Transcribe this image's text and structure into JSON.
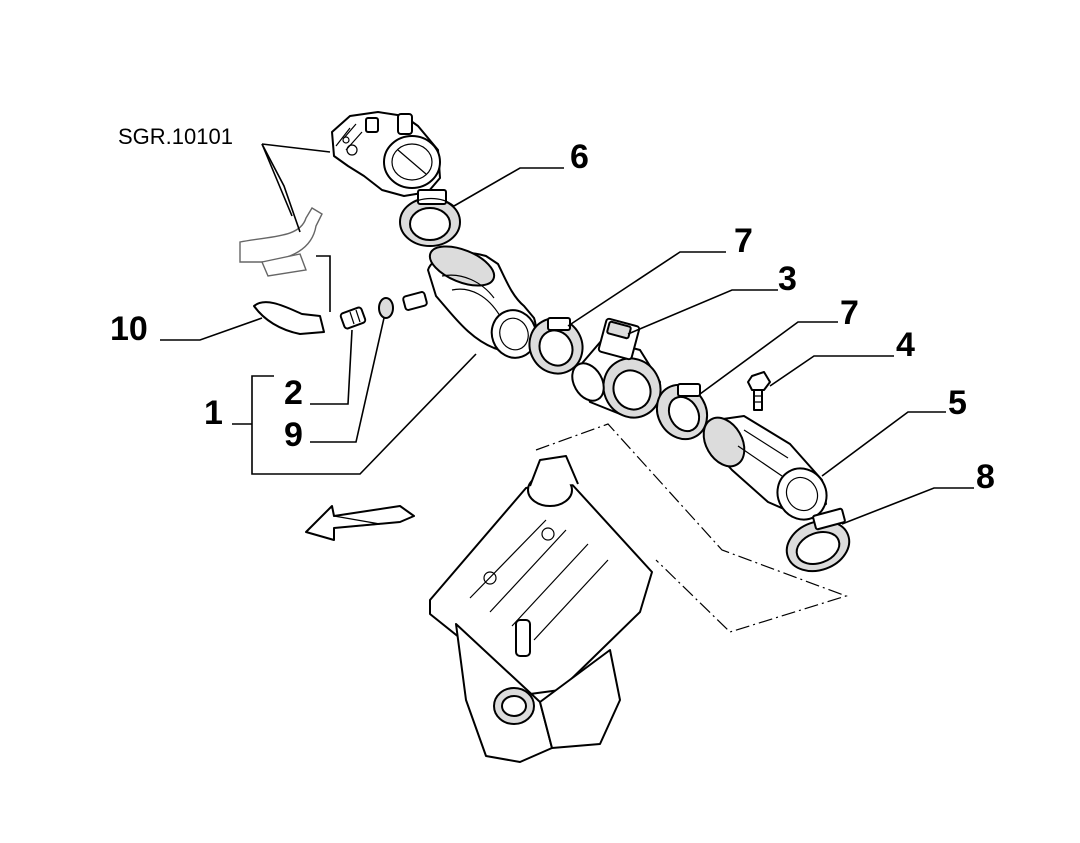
{
  "diagram": {
    "reference_label": "SGR.10101",
    "callouts": [
      {
        "id": "c1",
        "text": "1"
      },
      {
        "id": "c2",
        "text": "2"
      },
      {
        "id": "c3",
        "text": "3"
      },
      {
        "id": "c4",
        "text": "4"
      },
      {
        "id": "c5",
        "text": "5"
      },
      {
        "id": "c6",
        "text": "6"
      },
      {
        "id": "c7a",
        "text": "7"
      },
      {
        "id": "c7b",
        "text": "7"
      },
      {
        "id": "c8",
        "text": "8"
      },
      {
        "id": "c9",
        "text": "9"
      },
      {
        "id": "c10",
        "text": "10"
      }
    ]
  },
  "colors": {
    "line": "#000000",
    "fill": "#ffffff",
    "shade": "#dcdcdc",
    "background": "#ffffff"
  }
}
